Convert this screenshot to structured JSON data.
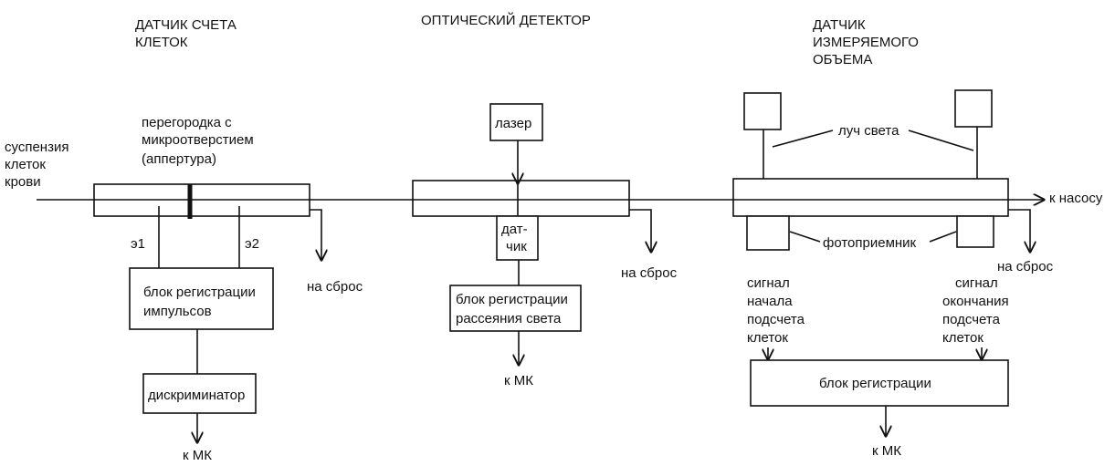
{
  "sections": {
    "cell_counter": [
      "ДАТЧИК СЧЕТА",
      "КЛЕТОК"
    ],
    "optical": [
      "ОПТИЧЕСКИЙ ДЕТЕКТОР"
    ],
    "volume": [
      "ДАТЧИК",
      "ИЗМЕРЯЕМОГО",
      "ОБЪЕМА"
    ]
  },
  "labels": {
    "suspension": [
      "суспензия",
      "клеток",
      "крови"
    ],
    "partition": [
      "перегородка с",
      "микроотверстием",
      "(аппертура)"
    ],
    "e1": "э1",
    "e2": "э2",
    "to_reset": "на сброс",
    "to_pump": "к насосу",
    "to_mk": "к МК",
    "light_beam": "луч света",
    "photodetector": "фотоприемник",
    "start_signal": [
      "сигнал",
      "начала",
      "подсчета",
      "клеток"
    ],
    "end_signal": [
      "сигнал",
      "окончания",
      "подсчета",
      "клеток"
    ]
  },
  "blocks": {
    "pulse_registration": [
      "блок регистрации",
      "импульсов"
    ],
    "discriminator": "дискриминатор",
    "laser": "лазер",
    "sensor": [
      "дат-",
      "чик"
    ],
    "scatter_registration": [
      "блок регистрации",
      "рассеяния света"
    ],
    "registration": "блок регистрации"
  }
}
